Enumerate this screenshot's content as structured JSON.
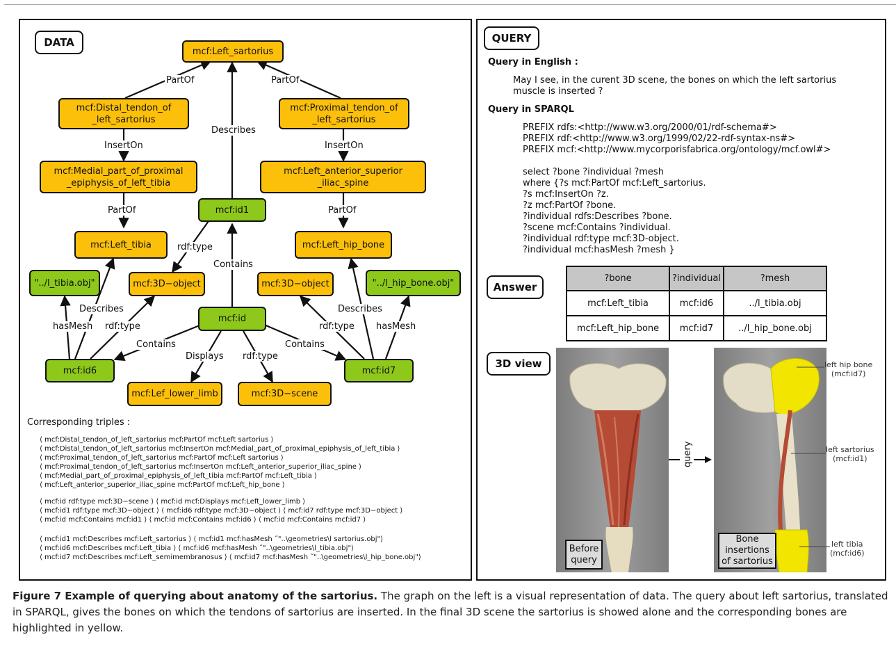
{
  "left_tag": "DATA",
  "nodes": {
    "left_sartorius": "mcf:Left_sartorius",
    "distal_tendon": "mcf:Distal_tendon_of\n_left_sartorius",
    "proximal_tendon": "mcf:Proximal_tendon_of\n_left_sartorius",
    "medial_part": "mcf:Medial_part_of_proximal\n_epiphysis_of_left_tibia",
    "anterior_spine": "mcf:Left_anterior_superior\n_iliac_spine",
    "id1": "mcf:id1",
    "left_tibia": "mcf:Left_tibia",
    "left_hip_bone": "mcf:Left_hip_bone",
    "tibia_obj": "\"../l_tibia.obj\"",
    "object3d_left": "mcf:3D−object",
    "object3d_right": "mcf:3D−object",
    "hip_obj": "\"../l_hip_bone.obj\"",
    "id": "mcf:id",
    "id6": "mcf:id6",
    "id7": "mcf:id7",
    "lower_limb": "mcf:Lef_lower_limb",
    "scene3d": "mcf:3D−scene"
  },
  "edges": {
    "partof_left": "PartOf",
    "partof_right": "PartOf",
    "describes_top": "Describes",
    "inserton_left": "InsertOn",
    "inserton_right": "InsertOn",
    "partof_tibia": "PartOf",
    "partof_hip": "PartOf",
    "rdftype_id1": "rdf:type",
    "contains_id1": "Contains",
    "describes_left": "Describes",
    "hasmesh_left": "hasMesh",
    "rdftype_left": "rdf:type",
    "describes_right": "Describes",
    "rdftype_right": "rdf:type",
    "hasmesh_right": "hasMesh",
    "contains_id6": "Contains",
    "displays": "Displays",
    "rdftype_scene": "rdf:type",
    "contains_id7": "Contains"
  },
  "triples_title": "Corresponding triples :",
  "triples": [
    "⟨ mcf:Distal_tendon_of_left_sartorius mcf:PartOf mcf:Left sartorius ⟩",
    "⟨ mcf:Distal_tendon_of_left_sartorius mcf:InsertOn mcf:Medial_part_of_proximal_epiphysis_of_left_tibia ⟩",
    "⟨ mcf:Proximal_tendon_of_left_sartorius mcf:PartOf mcf:Left sartorius ⟩",
    "⟨ mcf:Proximal_tendon_of_left_sartorius mcf:InsertOn mcf:Left_anterior_superior_iliac_spine ⟩",
    "⟨ mcf:Medial_part_of_proximal_epiphysis_of_left_tibia mcf:PartOf mcf:Left_tibia ⟩",
    "⟨ mcf:Left_anterior_superior_iliac_spine mcf:PartOf mcf:Left_hip_bone ⟩",
    "⟨ mcf:id rdf:type mcf:3D−scene ⟩ ⟨ mcf:id mcf:Displays mcf:Left_lower_limb ⟩",
    "⟨ mcf:id1 rdf:type mcf:3D−object ⟩ ⟨ mcf:id6 rdf:type mcf:3D−object ⟩ ⟨ mcf:id7 rdf:type mcf:3D−object ⟩",
    "⟨ mcf:id mcf:Contains mcf:id1 ⟩ ⟨ mcf:id mcf:Contains mcf:id6 ⟩ ⟨ mcf:id mcf:Contains mcf:id7 ⟩",
    "⟨ mcf:id1 mcf:Describes mcf:Left_sartorius ⟩ ⟨ mcf:id1 mcf:hasMesh ˝\"..\\geometries\\l sartorius.obj\"⟩",
    "⟨ mcf:id6 mcf:Describes mcf:Left_tibia ⟩ ⟨ mcf:id6 mcf:hasMesh ˝\"..\\geometries\\l_tibia.obj\"⟩",
    "⟨ mcf:id7 mcf:Describes mcf:Left_semimembranosus ⟩ ⟨ mcf:id7 mcf:hasMesh ˝\"..\\geometries\\l_hip_bone.obj\"⟩"
  ],
  "right_tag": "QUERY",
  "query_english_title": "Query in English :",
  "query_english_line1": "May I see, in the curent 3D scene, the bones on which the left sartorius",
  "query_english_line2": "muscle is inserted ?",
  "query_sparql_title": "Query in SPARQL",
  "sparql": [
    "PREFIX rdfs:<http://www.w3.org/2000/01/rdf-schema#>",
    "PREFIX rdf:<http://www.w3.org/1999/02/22-rdf-syntax-ns#>",
    "PREFIX mcf:<http://www.mycorporisfabrica.org/ontology/mcf.owl#>",
    "",
    "select ?bone ?individual ?mesh",
    "where {?s mcf:PartOf mcf:Left_sartorius.",
    "?s mcf:InsertOn ?z.",
    "?z mcf:PartOf ?bone.",
    "?individual rdfs:Describes ?bone.",
    "?scene mcf:Contains ?individual.",
    "?individual rdf:type mcf:3D-object.",
    "?individual mcf:hasMesh ?mesh }"
  ],
  "answer_tag": "Answer",
  "answer_headers": [
    "?bone",
    "?individual",
    "?mesh"
  ],
  "answer_rows": [
    [
      "mcf:Left_tibia",
      "mcf:id6",
      "../l_tibia.obj"
    ],
    [
      "mcf:Left_hip_bone",
      "mcf:id7",
      "../l_hip_bone.obj"
    ]
  ],
  "view_tag": "3D view",
  "before_label": "Before\nquery",
  "after_label": "Bone\ninsertions\nof sartorius",
  "query_arrow_label": "query",
  "annotations": {
    "hip": "left hip bone\n(mcf:id7)",
    "sartorius": "left sartorius\n(mcf:id1)",
    "tibia": "left tibia\n(mcf:id6)"
  },
  "caption_bold": "Figure 7 Example of querying about anatomy of the sartorius.",
  "caption_rest": " The graph on the left is a visual representation of data. The query about left sartorius, translated in SPARQL, gives the bones on which the tendons of sartorius are inserted. In the final 3D scene the sartorius is showed alone and the corresponding bones are highlighted in yellow.",
  "colors": {
    "orange_node": "#fcc00a",
    "green_node": "#8dc81a",
    "highlight_bone": "#f2e600"
  }
}
